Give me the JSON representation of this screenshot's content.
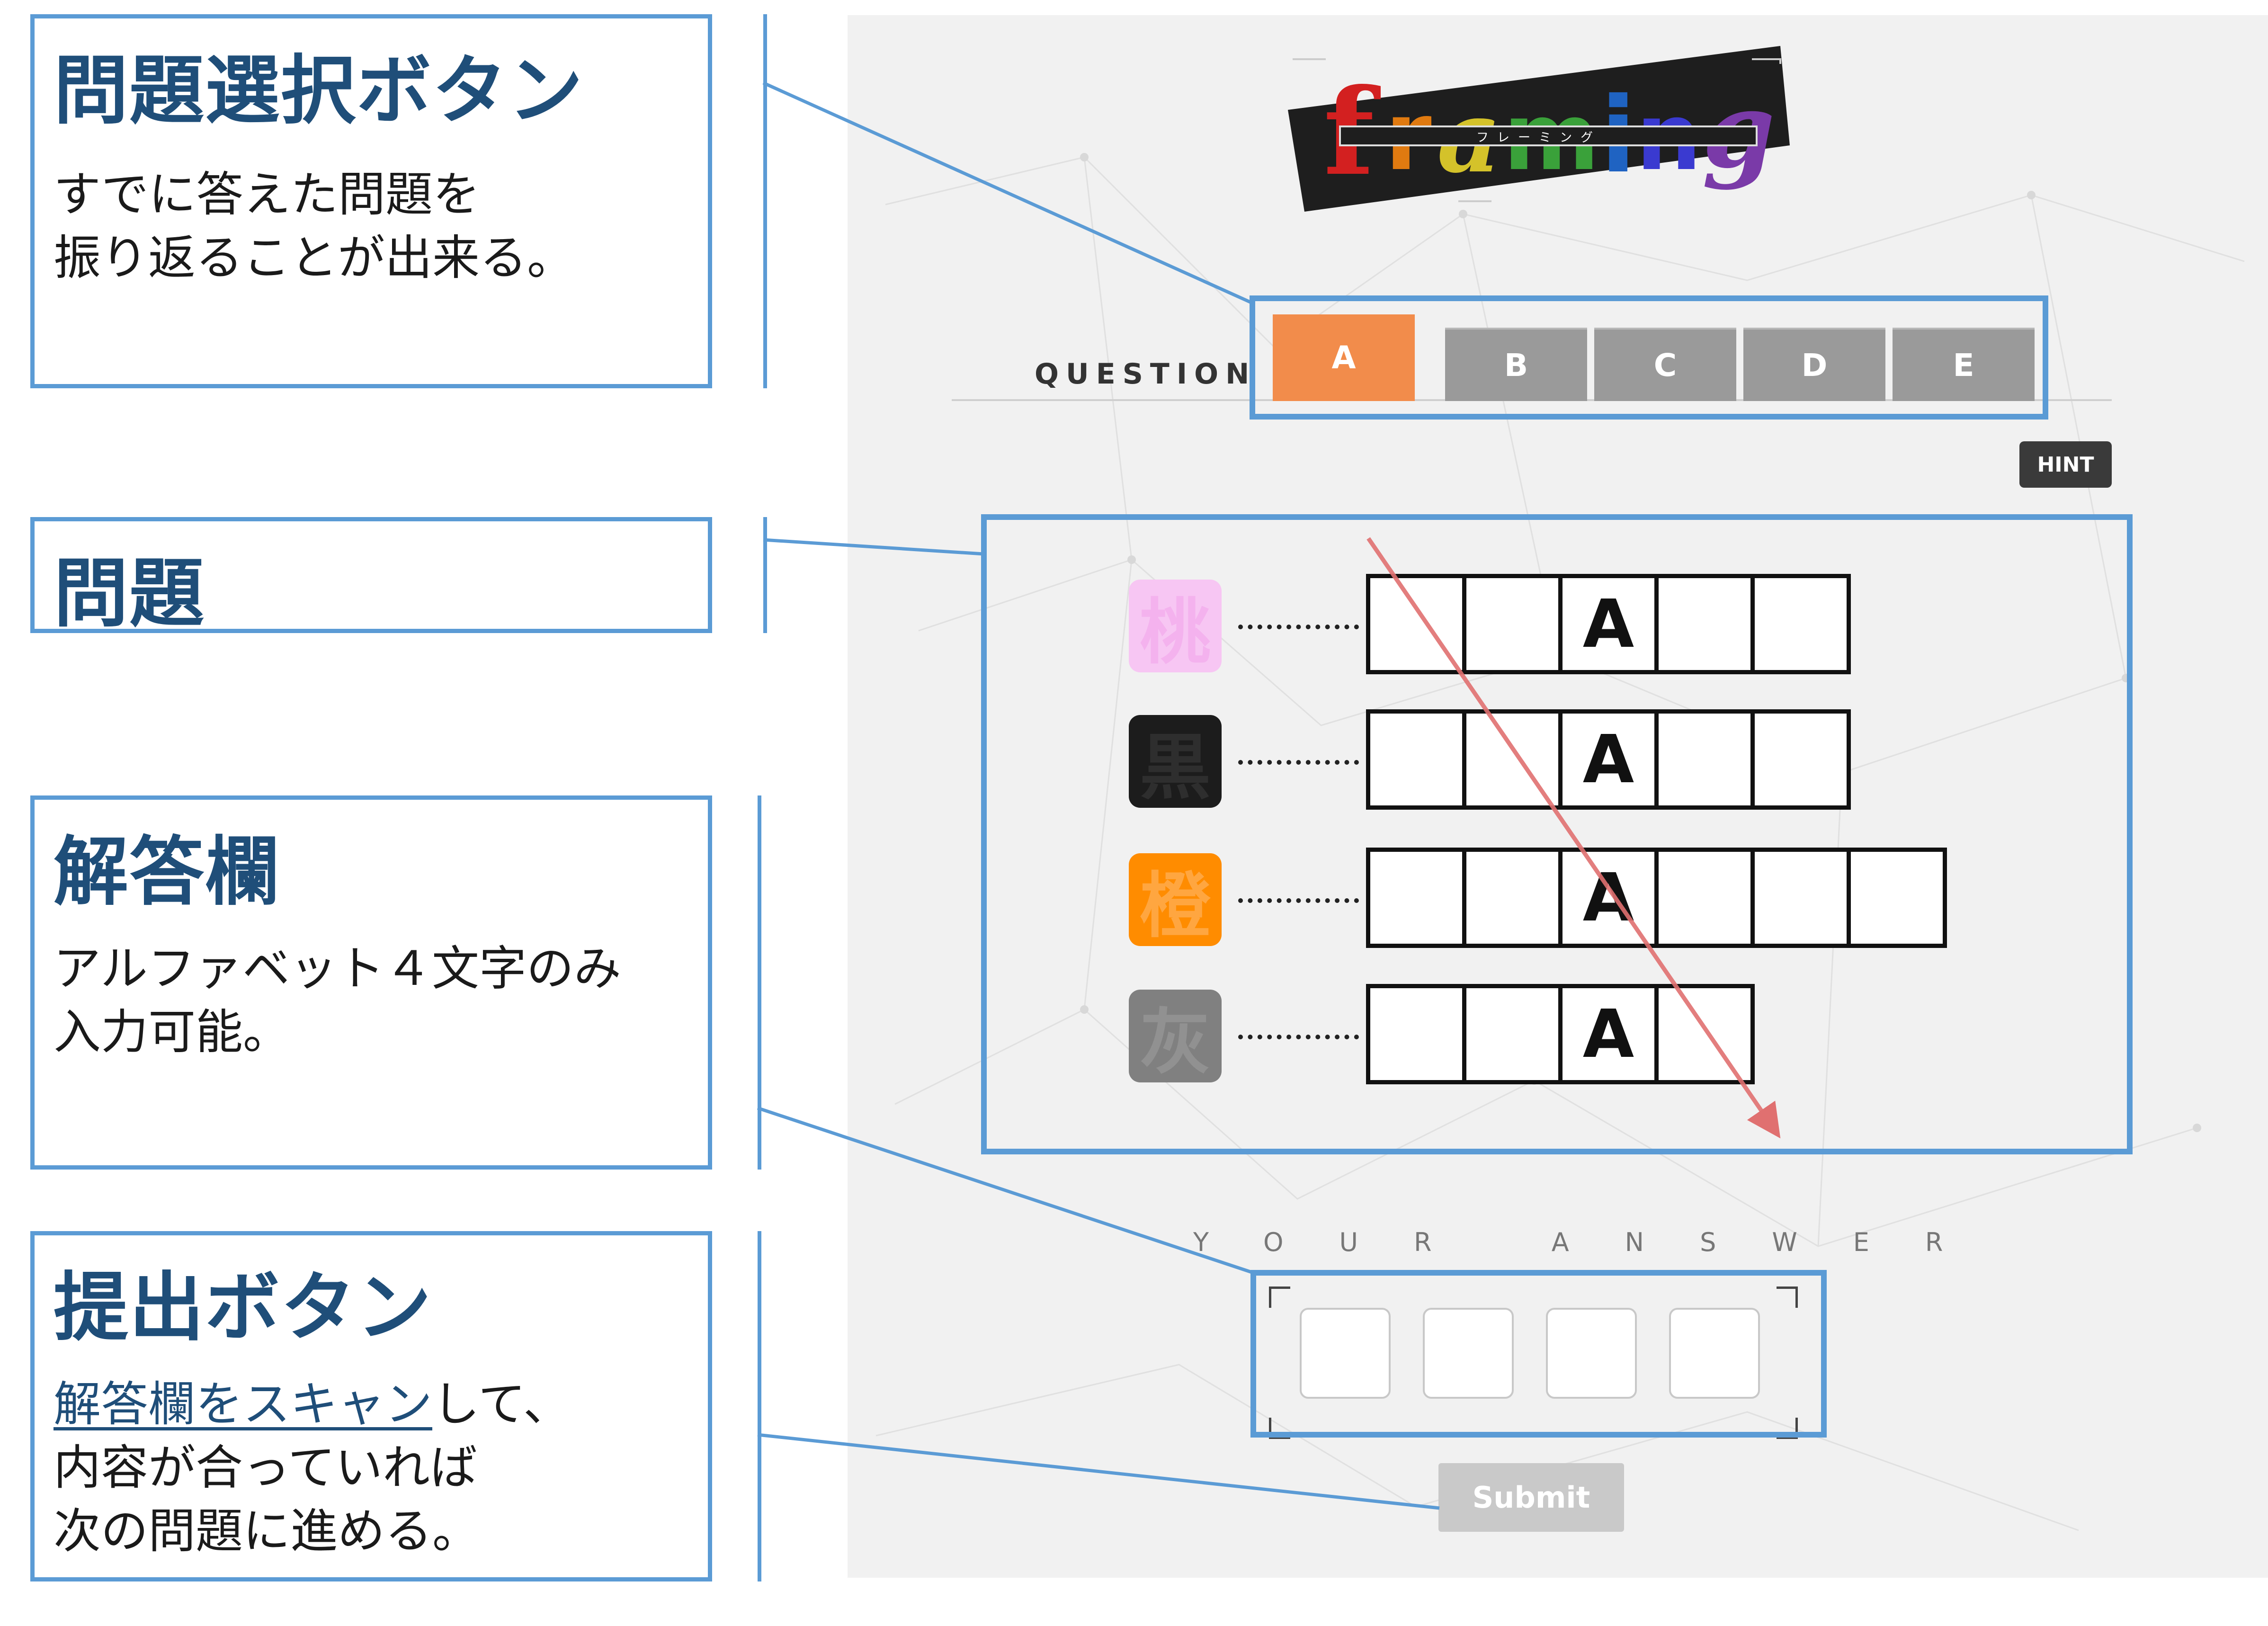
{
  "annotations": {
    "tabs_note": {
      "title": "問題選択ボタン",
      "lines": [
        "すでに答えた問題を",
        "振り返ることが出来る。"
      ]
    },
    "question_note": {
      "title": "問題"
    },
    "answer_note": {
      "title": "解答欄",
      "lines": [
        "アルファベット４文字のみ",
        "入力可能。"
      ]
    },
    "submit_note": {
      "title": "提出ボタン",
      "link_text": "解答欄をスキャン",
      "line1_rest": "して、",
      "lines": [
        "内容が合っていれば",
        "次の問題に進める。"
      ]
    }
  },
  "app": {
    "logo": {
      "text": "framing",
      "ruby": "フレーミング"
    },
    "question_label": "QUESTION",
    "tabs": [
      {
        "label": "A",
        "active": true
      },
      {
        "label": "B",
        "active": false
      },
      {
        "label": "C",
        "active": false
      },
      {
        "label": "D",
        "active": false
      },
      {
        "label": "E",
        "active": false
      }
    ],
    "hint_label": "HINT",
    "puzzle": {
      "rows": [
        {
          "kanji": "桃",
          "chip_color": "#f7c6f3",
          "text_color": "#f4b2ee",
          "cells": [
            "",
            "",
            "A",
            "",
            ""
          ]
        },
        {
          "kanji": "黒",
          "chip_color": "#1c1c1c",
          "text_color": "#2e2e2e",
          "cells": [
            "",
            "",
            "A",
            "",
            ""
          ]
        },
        {
          "kanji": "橙",
          "chip_color": "#ff8c00",
          "text_color": "#ffa640",
          "cells": [
            "",
            "",
            "A",
            "",
            "",
            ""
          ]
        },
        {
          "kanji": "灰",
          "chip_color": "#808080",
          "text_color": "#919191",
          "cells": [
            "",
            "",
            "A",
            ""
          ]
        }
      ]
    },
    "your_answer_label": "YOUR ANSWER",
    "answer_boxes": [
      "",
      "",
      "",
      ""
    ],
    "submit_label": "Submit"
  },
  "colors": {
    "annotation_border": "#5b9bd5",
    "annotation_title": "#1f4e79",
    "active_tab": "#f28c4b",
    "inactive_tab": "#9a9a9a",
    "diagonal_arrow": "#e07070"
  }
}
